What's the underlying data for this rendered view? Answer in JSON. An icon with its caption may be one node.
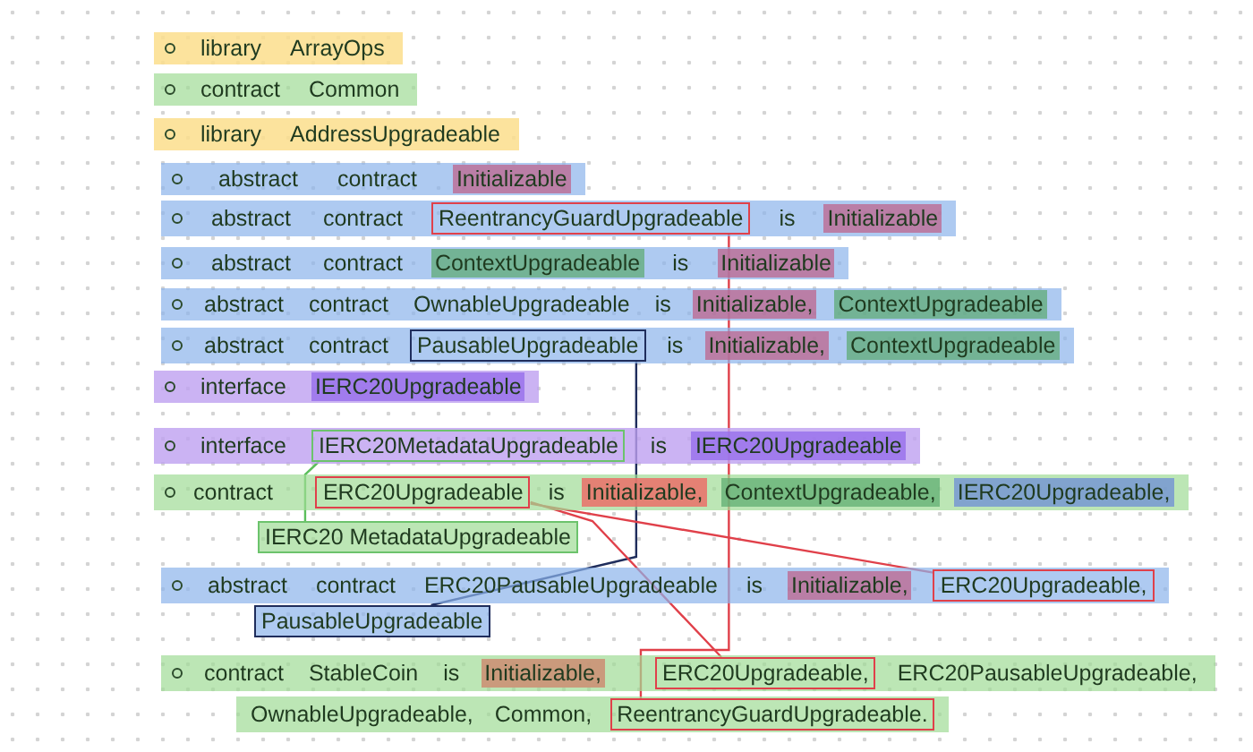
{
  "diagram": {
    "nodes": [
      {
        "text": [
          "ReentrancyGuardUpgradeable"
        ]
      },
      {
        "text": [
          "PausableUpgradeable"
        ]
      },
      {
        "text": [
          "IERC20MetadataUpgradeable"
        ]
      },
      {
        "text": [
          "ERC20Upgradeable"
        ]
      },
      {
        "text": [
          "IERC20 MetadataUpgradeable"
        ]
      },
      {
        "text": [
          "ERC20Upgradeable,"
        ]
      },
      {
        "text": [
          "PausableUpgradeable"
        ]
      },
      {
        "text": [
          "ERC20Upgradeable,"
        ]
      },
      {
        "text": [
          "ReentrancyGuardUpgradeable."
        ]
      }
    ],
    "edges": [
      {
        "from": 0,
        "to": 8,
        "arrow": "none"
      },
      {
        "from": 1,
        "to": 6,
        "arrow": "none",
        "color": "#1f2d5c"
      },
      {
        "from": 2,
        "to": 4,
        "arrow": "none",
        "color": "#5cbf5c"
      },
      {
        "from": 3,
        "to": 5,
        "arrow": "none"
      },
      {
        "from": 3,
        "to": 7,
        "arrow": "none"
      }
    ],
    "labels": [
      "library",
      "ArrayOps",
      "contract",
      "Common",
      "library",
      "AddressUpgradeable",
      "abstract",
      "contract",
      "Initializable",
      "abstract",
      "contract",
      "is",
      "Initializable",
      "abstract",
      "contract",
      "ContextUpgradeable",
      "is",
      "Initializable",
      "abstract",
      "contract",
      "OwnableUpgradeable",
      "is",
      "Initializable,",
      "ContextUpgradeable",
      "abstract",
      "contract",
      "is",
      "Initializable,",
      "ContextUpgradeable",
      "interface",
      "IERC20Upgradeable",
      "interface",
      "is",
      "IERC20Upgradeable",
      "contract",
      "is",
      "Initializable,",
      "ContextUpgradeable,",
      "IERC20Upgradeable,",
      "abstract",
      "contract",
      "ERC20PausableUpgradeable",
      "is",
      "Initializable,",
      "contract",
      "StableCoin",
      "is",
      "Initializable,",
      "ERC20PausableUpgradeable,",
      "OwnableUpgradeable,",
      "Common,"
    ]
  }
}
